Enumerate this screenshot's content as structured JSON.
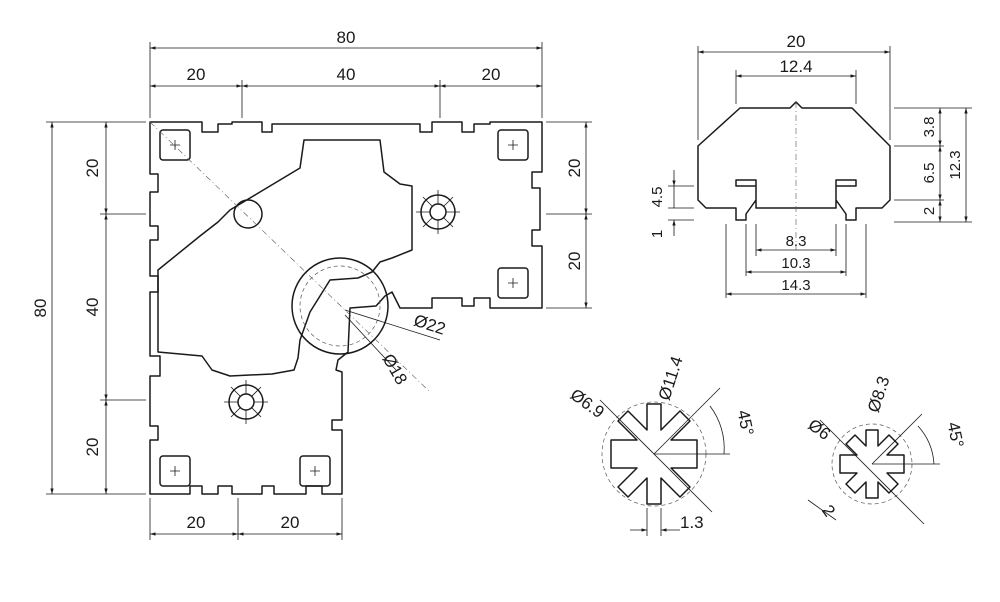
{
  "main_profile": {
    "overall_width": "80",
    "top_segments": [
      "20",
      "40",
      "20"
    ],
    "overall_height": "80",
    "left_segments": [
      "20",
      "40",
      "20"
    ],
    "right_segments": [
      "20",
      "20"
    ],
    "bottom_segments": [
      "20",
      "20"
    ],
    "large_bore_outer": "Ø22",
    "large_bore_inner": "Ø18"
  },
  "slot_detail": {
    "top_width": "20",
    "opening_width": "12.4",
    "right_heights": [
      "3.8",
      "6.5",
      "2"
    ],
    "right_total": "12.3",
    "left_heights": [
      "4.5",
      "1"
    ],
    "bottom_widths": [
      "8.3",
      "10.3",
      "14.3"
    ]
  },
  "core_large": {
    "inner_dia": "Ø6.9",
    "outer_dia": "Ø11.4",
    "angle": "45°",
    "slot_width": "1.3"
  },
  "core_small": {
    "inner_dia": "Ø6",
    "outer_dia": "Ø8.3",
    "angle": "45°",
    "slot_width": "2"
  }
}
